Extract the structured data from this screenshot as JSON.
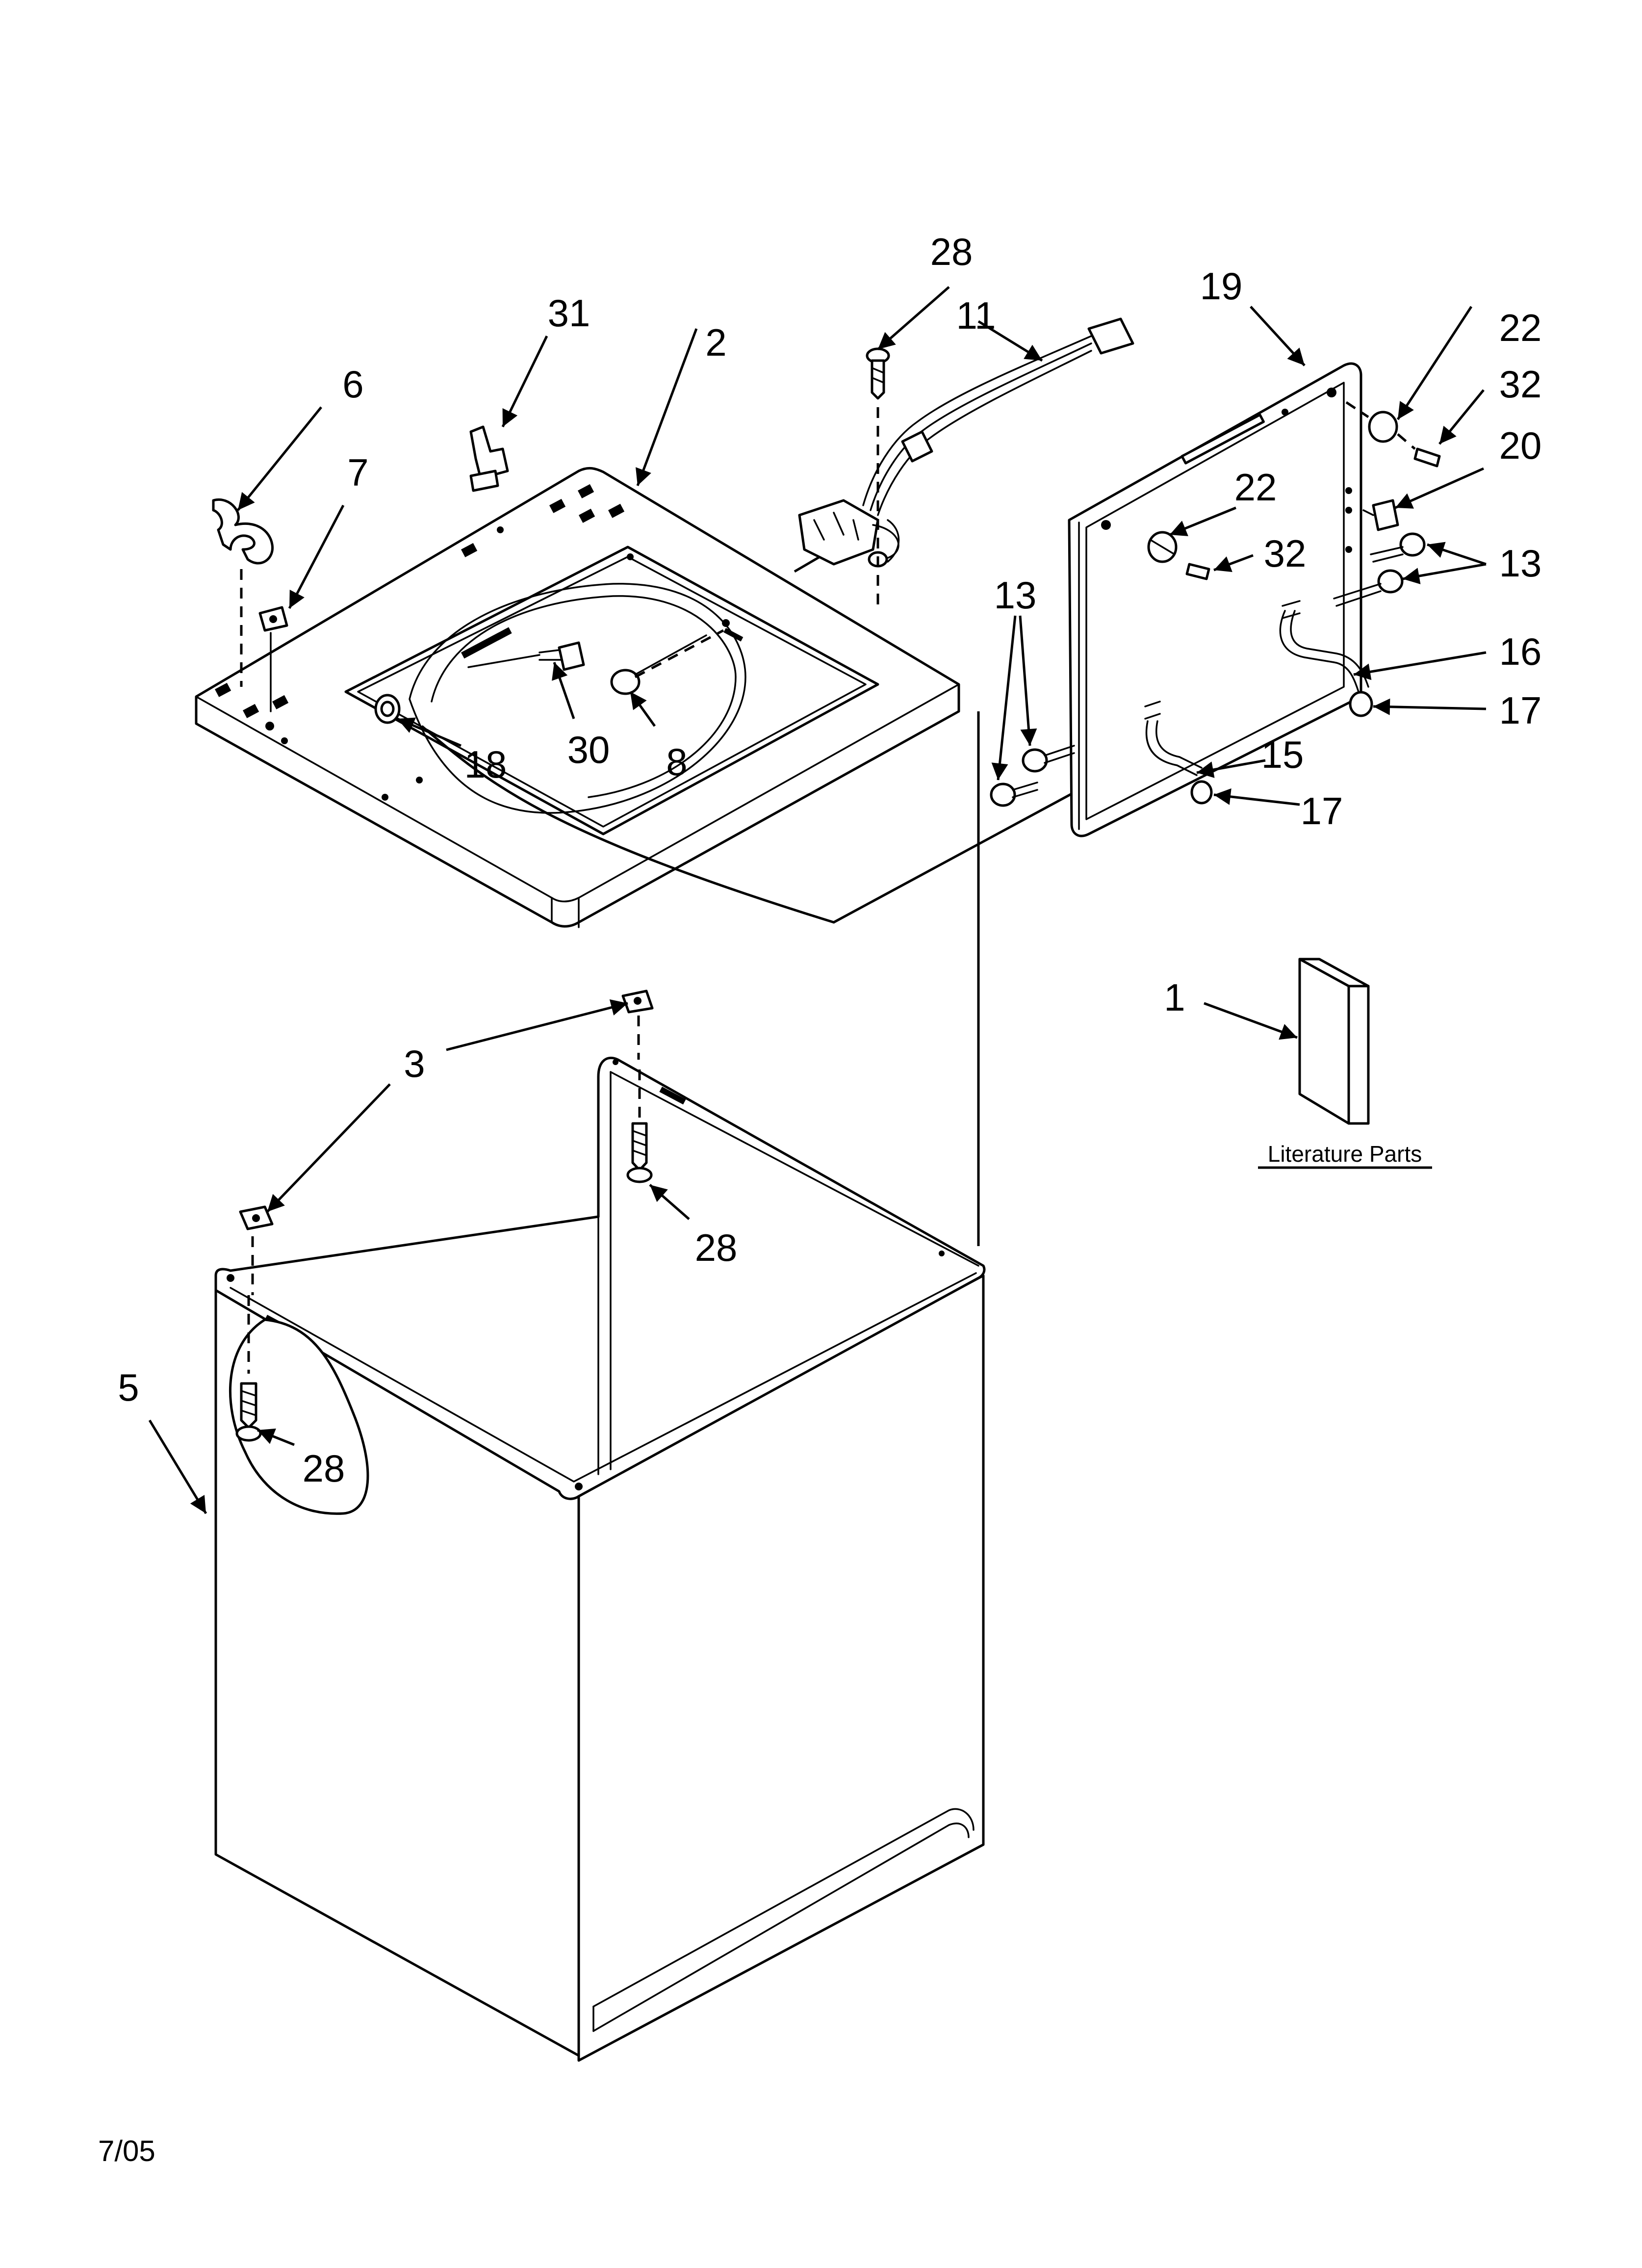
{
  "callouts": [
    {
      "id": "c28a",
      "text": "28"
    },
    {
      "id": "c11",
      "text": "11"
    },
    {
      "id": "c19",
      "text": "19"
    },
    {
      "id": "c22a",
      "text": "22"
    },
    {
      "id": "c32a",
      "text": "32"
    },
    {
      "id": "c20",
      "text": "20"
    },
    {
      "id": "c22b",
      "text": "22"
    },
    {
      "id": "c32b",
      "text": "32"
    },
    {
      "id": "c13a",
      "text": "13"
    },
    {
      "id": "c13b",
      "text": "13"
    },
    {
      "id": "c16",
      "text": "16"
    },
    {
      "id": "c17a",
      "text": "17"
    },
    {
      "id": "c15",
      "text": "15"
    },
    {
      "id": "c17b",
      "text": "17"
    },
    {
      "id": "c31",
      "text": "31"
    },
    {
      "id": "c2",
      "text": "2"
    },
    {
      "id": "c6",
      "text": "6"
    },
    {
      "id": "c7",
      "text": "7"
    },
    {
      "id": "c18",
      "text": "18"
    },
    {
      "id": "c30",
      "text": "30"
    },
    {
      "id": "c8",
      "text": "8"
    },
    {
      "id": "c1",
      "text": "1"
    },
    {
      "id": "c3",
      "text": "3"
    },
    {
      "id": "c28b",
      "text": "28"
    },
    {
      "id": "c5",
      "text": "5"
    },
    {
      "id": "c28c",
      "text": "28"
    }
  ],
  "literature_label": "Literature Parts",
  "date_code": "7/05"
}
